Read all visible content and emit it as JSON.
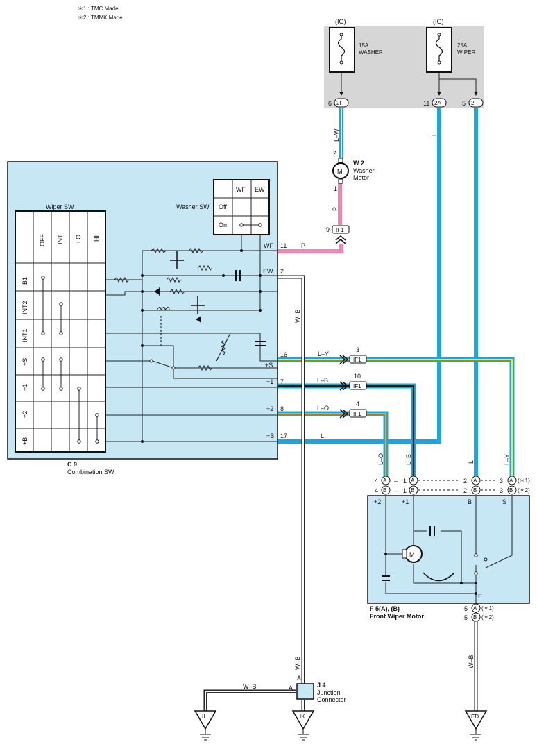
{
  "notes": [
    "＊1 : TMC Made",
    "＊2 : TMMK Made"
  ],
  "fuses": [
    {
      "ig": "(IG)",
      "line1": "15A",
      "line2": "WASHER"
    },
    {
      "ig": "(IG)",
      "line1": "25A",
      "line2": "WIPER"
    }
  ],
  "top_terms": [
    {
      "pin": "6",
      "code": "2F"
    },
    {
      "pin": "11",
      "code": "2A"
    },
    {
      "pin": "5",
      "code": "2F"
    }
  ],
  "washer_motor": {
    "id": "W 2",
    "name1": "Washer",
    "name2": "Motor",
    "pin_top": "2",
    "pin_bot": "1",
    "m": "M"
  },
  "combo": {
    "id": "C 9",
    "name": "Combination SW",
    "wiper_sw_title": "Wiper SW",
    "wiper_cols": [
      "OFF",
      "INT",
      "LO",
      "HI"
    ],
    "wiper_rows": [
      "B1",
      "INT2",
      "INT1",
      "+S",
      "+1",
      "+2",
      "+B"
    ],
    "washer_sw_title": "Washer SW",
    "washer_cols": [
      "WF",
      "EW"
    ],
    "washer_rows": [
      "Off",
      "On"
    ],
    "terms": [
      {
        "name": "WF",
        "pin": "11"
      },
      {
        "name": "EW",
        "pin": "2"
      },
      {
        "name": "+S",
        "pin": "16"
      },
      {
        "name": "+1",
        "pin": "7"
      },
      {
        "name": "+2",
        "pin": "8"
      },
      {
        "name": "+B",
        "pin": "17"
      }
    ]
  },
  "wire_colors": {
    "lw": "L–W",
    "p": "P",
    "l": "L",
    "wb": "W–B",
    "ly": "L–Y",
    "lb": "L–B",
    "lo": "L–O"
  },
  "if1": [
    {
      "pin": "9",
      "code": "IF1"
    },
    {
      "pin": "3",
      "code": "IF1"
    },
    {
      "pin": "10",
      "code": "IF1"
    },
    {
      "pin": "4",
      "code": "IF1"
    }
  ],
  "motor": {
    "id": "F 5(A), (B)",
    "name": "Front Wiper Motor",
    "row_a": [
      "4",
      "A",
      "–",
      "1",
      "A",
      "2",
      "A",
      "3",
      "A",
      "(＊1)"
    ],
    "row_b": [
      "4",
      "B",
      "–",
      "1",
      "B",
      "2",
      "B",
      "3",
      "B",
      "(＊2)"
    ],
    "inner": [
      "+2",
      "+1",
      "B",
      "S",
      "E",
      "M"
    ],
    "bottom_a": [
      "5",
      "A",
      "(＊1)"
    ],
    "bottom_b": [
      "5",
      "B",
      "(＊2)"
    ]
  },
  "junction": {
    "id": "J 4",
    "name1": "Junction",
    "name2": "Connector",
    "a": "A",
    "a2": "A"
  },
  "grounds": [
    "II",
    "IK",
    "ED"
  ],
  "colors": {
    "box": "#c8e7f4",
    "gray": "#d6d6d6",
    "blue": "#1aa7dc",
    "pink": "#ee86b4",
    "yellow": "#f2e640",
    "orange": "#f0a23a",
    "dark": "#111111"
  }
}
